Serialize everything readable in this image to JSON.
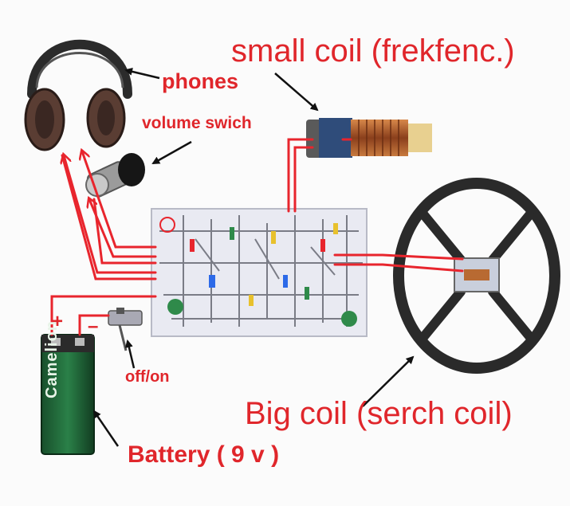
{
  "labels": {
    "small_coil": "small coil (frekfenc.)",
    "phones": "phones",
    "volume_switch": "volume swich",
    "off_on": "off/on",
    "big_coil": "Big coil  (serch coil)",
    "battery": "Battery ( 9 v )",
    "plus": "+",
    "minus": "–",
    "battery_brand": "Camelion"
  },
  "colors": {
    "label": "#e0262b",
    "wire": "#e8252d",
    "board": "#e9eaf2",
    "coil_ring": "#2a2a2a",
    "battery": "#1f6b3a",
    "copper": "#b86a32"
  }
}
